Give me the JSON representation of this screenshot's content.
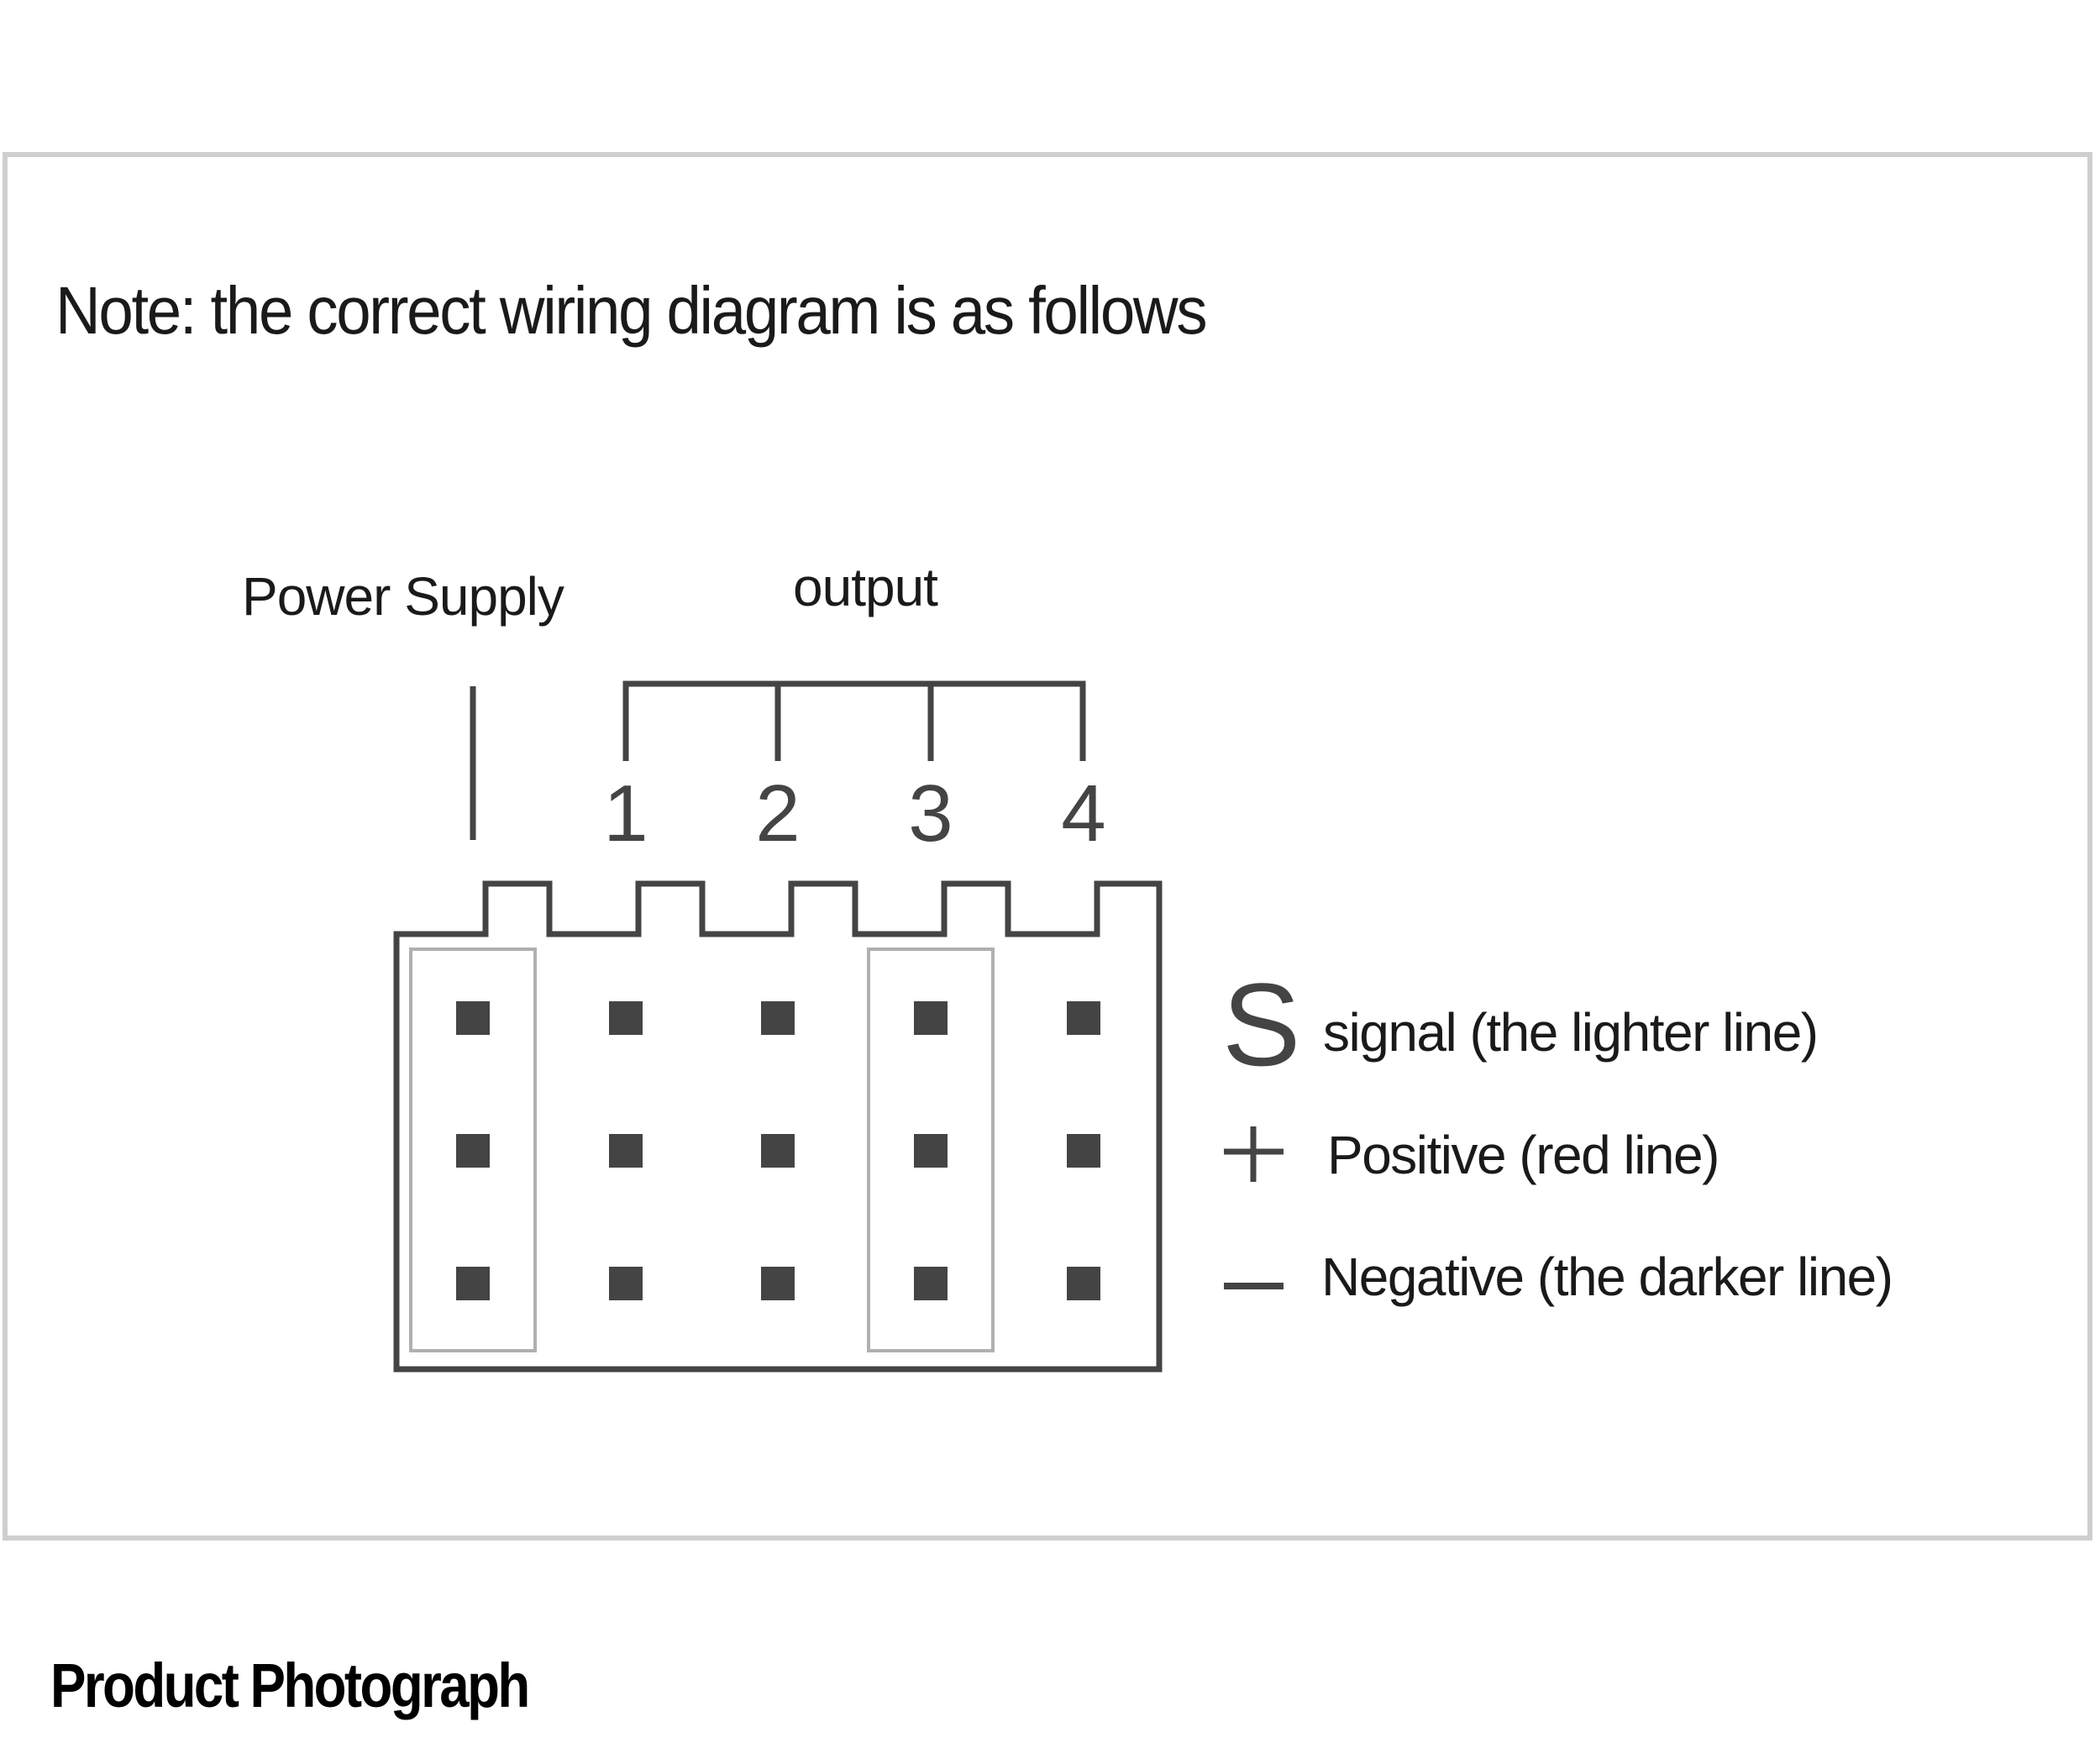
{
  "title": "Note: the correct wiring diagram is as follows",
  "labels": {
    "power_supply": "Power Supply",
    "output": "output"
  },
  "connector": {
    "columns": [
      {
        "id": "power",
        "label": "",
        "highlighted": true
      },
      {
        "id": "out1",
        "label": "1",
        "highlighted": false
      },
      {
        "id": "out2",
        "label": "2",
        "highlighted": false
      },
      {
        "id": "out3",
        "label": "3",
        "highlighted": true
      },
      {
        "id": "out4",
        "label": "4",
        "highlighted": false
      }
    ],
    "rows": [
      "signal",
      "positive",
      "negative"
    ]
  },
  "legend": [
    {
      "symbol": "S",
      "icon": "signal-s-icon",
      "text": "signal (the lighter line)"
    },
    {
      "symbol": "+",
      "icon": "plus-icon",
      "text": "Positive (red line)"
    },
    {
      "symbol": "—",
      "icon": "minus-icon",
      "text": "Negative (the darker line)"
    }
  ],
  "footer": "Product Photograph",
  "colors": {
    "stroke": "#444444",
    "highlight": "#b0b0b0",
    "frame": "#cfcfcf"
  }
}
